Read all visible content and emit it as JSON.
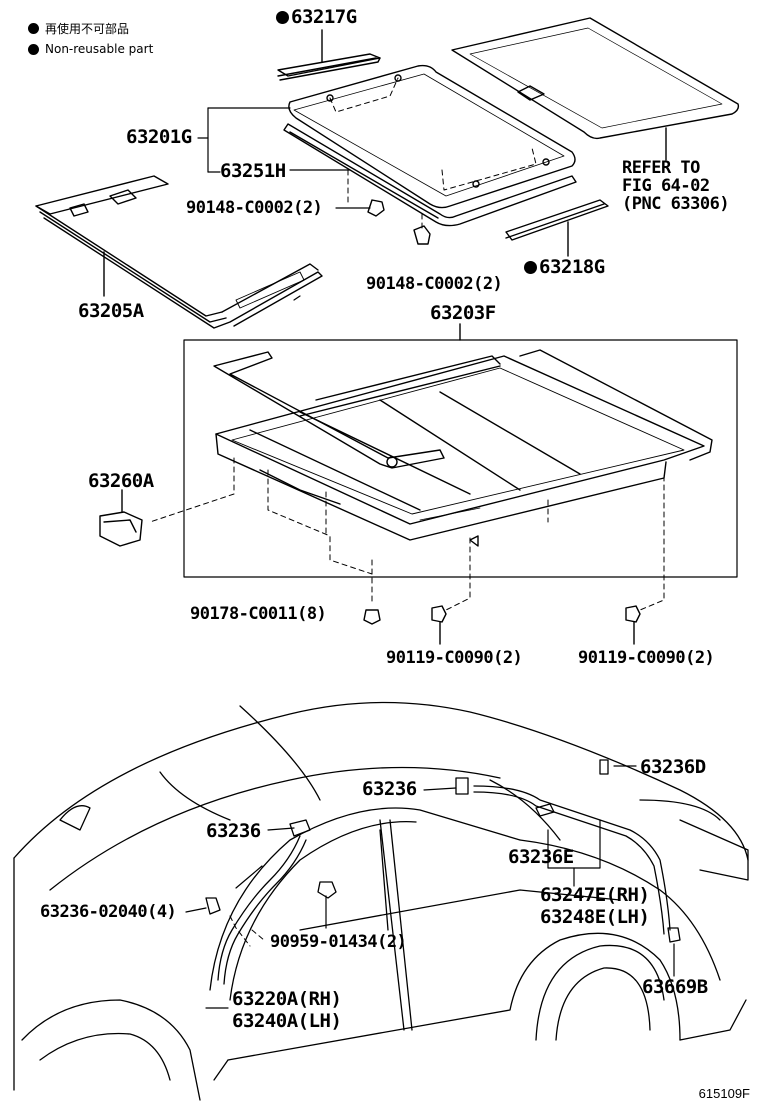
{
  "legend": {
    "japanese": "再使用不可部品",
    "english": "Non-reusable part"
  },
  "parts": {
    "p63217G": "63217G",
    "p63201G": "63201G",
    "p63251H": "63251H",
    "p90148_1": "90148-C0002(2)",
    "p90148_2": "90148-C0002(2)",
    "p63218G": "63218G",
    "p63205A": "63205A",
    "refer1": "REFER TO",
    "refer2": "FIG 64-02",
    "refer3": "(PNC 63306)",
    "p63203F": "63203F",
    "p63260A": "63260A",
    "p90178": "90178-C0011(8)",
    "p90119_1": "90119-C0090(2)",
    "p90119_2": "90119-C0090(2)",
    "p63236_a": "63236",
    "p63236_b": "63236",
    "p63236D": "63236D",
    "p63236E": "63236E",
    "p63247E": "63247E(RH)",
    "p63248E": "63248E(LH)",
    "p63236_02040": "63236-02040(4)",
    "p90959": "90959-01434(2)",
    "p63220A": "63220A(RH)",
    "p63240A": "63240A(LH)",
    "p63669B": "63669B"
  },
  "figure_code": "615109F"
}
